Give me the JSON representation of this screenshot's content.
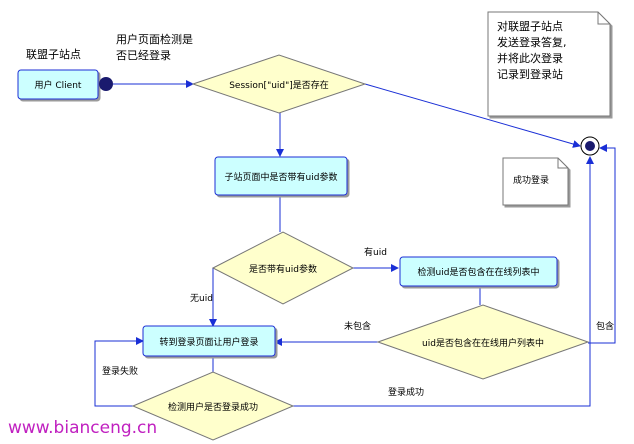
{
  "actor": {
    "caption": "联盟子站点",
    "label": "用户 Client"
  },
  "start_annotation": [
    "用户页面检测是",
    "否已经登录"
  ],
  "decisions": {
    "session": "Session[\"uid\"]是否存在",
    "has_uid": "是否带有uid参数",
    "in_list": "uid是否包含在在线用户列表中",
    "login_ok": "检测用户是否登录成功"
  },
  "processes": {
    "check_param": "子站页面中是否带有uid参数",
    "check_list": "检测uid是否包含在在线列表中",
    "goto_login": "转到登录页面让用户登录"
  },
  "edge_labels": {
    "yes_uid": "有uid",
    "no_uid": "无uid",
    "not_contained": "未包含",
    "contained": "包含",
    "login_fail": "登录失败",
    "login_success": "登录成功"
  },
  "notes": {
    "top_right": [
      "对联盟子站点",
      "发送登录答复,",
      "并将此次登录",
      "记录到登录站"
    ],
    "success": "成功登录"
  },
  "watermark": "www.bianceng.cn",
  "colors": {
    "process_fill": "#ccffff",
    "decision_fill": "#ffffcc",
    "line": "#1a2fd6",
    "watermark": "#c020c0"
  }
}
